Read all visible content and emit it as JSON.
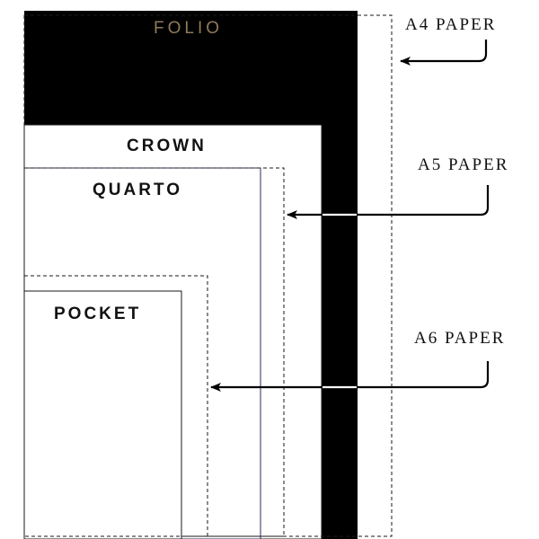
{
  "book_sizes": {
    "folio": "FOLIO",
    "crown": "CROWN",
    "quarto": "QUARTO",
    "pocket": "POCKET"
  },
  "paper_sizes": {
    "a4": "A4 PAPER",
    "a5": "A5 PAPER",
    "a6": "A6 PAPER"
  },
  "colors": {
    "folio_fill": "#000000",
    "folio_label": "#8f7a5c",
    "line": "#1a1a1a",
    "quarto_line": "#2a2f55"
  }
}
